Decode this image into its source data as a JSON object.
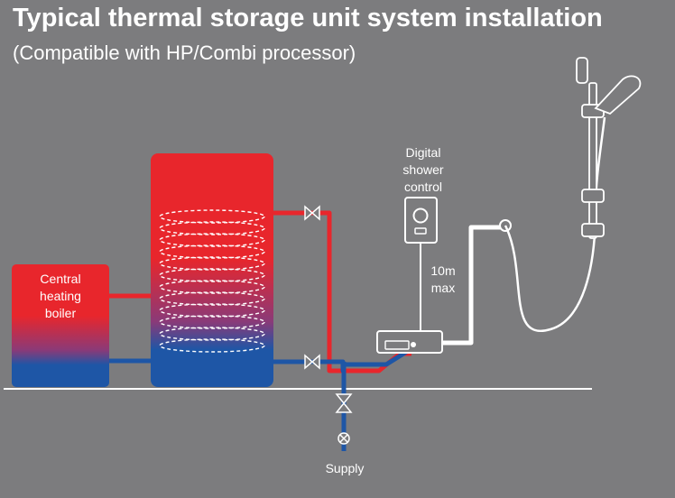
{
  "title": "Typical thermal storage unit system installation",
  "subtitle": "(Compatible with HP/Combi processor)",
  "labels": {
    "boiler_line1": "Central",
    "boiler_line2": "heating",
    "boiler_line3": "boiler",
    "control_line1": "Digital",
    "control_line2": "shower",
    "control_line3": "control",
    "distance_line1": "10m",
    "distance_line2": "max",
    "supply": "Supply"
  },
  "colors": {
    "background": "#7c7c7e",
    "hot": "#e8262c",
    "cold": "#1e56a6",
    "white": "#ffffff"
  }
}
